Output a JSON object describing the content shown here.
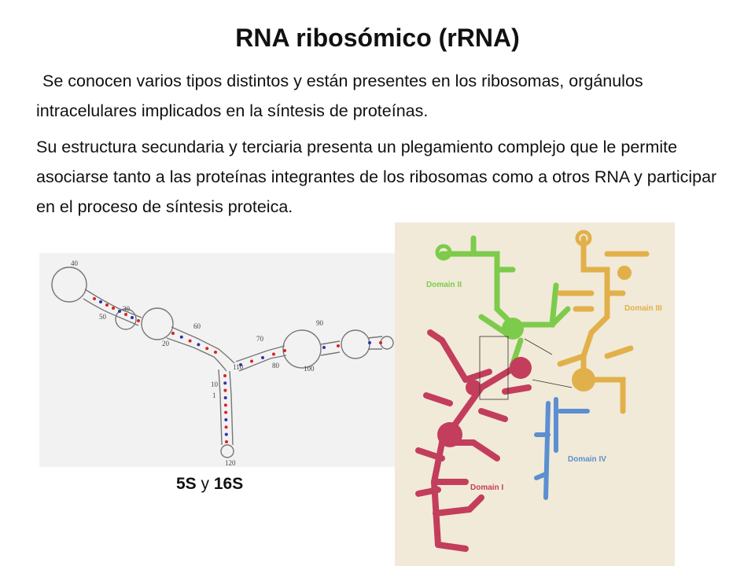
{
  "title": "RNA ribosómico (rRNA)",
  "paragraph1": "Se conocen varios tipos distintos y están presentes en los ribosomas, orgánulos intracelulares implicados en la síntesis de proteínas.",
  "paragraph2": "Su estructura secundaria y terciaria presenta un plegamiento complejo que le permite asociarse tanto a las proteínas integrantes de los ribosomas como a otros RNA y participar en el proceso de síntesis proteica.",
  "caption": {
    "first": "5S",
    "joiner": " y ",
    "second": "16S"
  },
  "fig5s": {
    "labels": [
      "40",
      "30",
      "50",
      "20",
      "60",
      "70",
      "80",
      "90",
      "100",
      "110",
      "10",
      "1",
      "120"
    ]
  },
  "fig16s": {
    "domains": [
      {
        "name": "Domain II",
        "color": "#7dcb4b"
      },
      {
        "name": "Domain III",
        "color": "#e2b04a"
      },
      {
        "name": "Domain IV",
        "color": "#5b8fd1"
      },
      {
        "name": "Domain I",
        "color": "#c33d5c"
      }
    ]
  }
}
